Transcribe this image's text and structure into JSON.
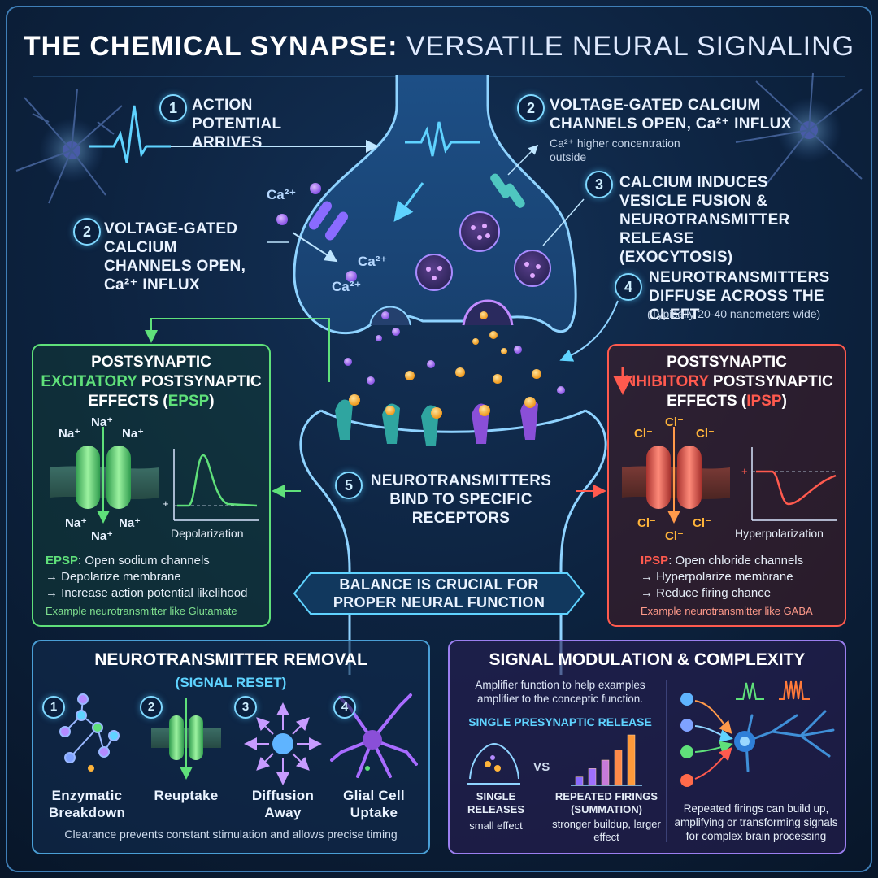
{
  "title": {
    "bold": "THE CHEMICAL SYNAPSE:",
    "thin": "VERSATILE NEURAL SIGNALING"
  },
  "steps": {
    "s1": {
      "n": "1",
      "label": "ACTION POTENTIAL ARRIVES"
    },
    "s2_right": {
      "n": "2",
      "label": "VOLTAGE-GATED CALCIUM CHANNELS OPEN, Ca²⁺ INFLUX",
      "note": "Ca²⁺ higher concentration outside"
    },
    "s2_left": {
      "n": "2",
      "label": "VOLTAGE-GATED CALCIUM CHANNELS OPEN, Ca²⁺ INFLUX"
    },
    "s3": {
      "n": "3",
      "label": "CALCIUM INDUCES VESICLE FUSION & NEUROTRANSMITTER RELEASE (EXOCYTOSIS)"
    },
    "s4": {
      "n": "4",
      "label": "NEUROTRANSMITTERS DIFFUSE ACROSS THE CLEFT",
      "note": "(Typically 20-40 nanometers wide)"
    },
    "s5": {
      "n": "5",
      "label": "NEUROTRANSMITTERS BIND TO SPECIFIC RECEPTORS"
    }
  },
  "ions": {
    "ca": "Ca²⁺",
    "na": "Na⁺",
    "cl": "Cl⁻"
  },
  "epsp": {
    "h1": "POSTSYNAPTIC",
    "h2a": "EXCITATORY",
    "h2b": " POSTSYNAPTIC",
    "h3a": "EFFECTS (",
    "h3b": "EPSP",
    "h3c": ")",
    "graph_label": "Depolarization",
    "plus": "+",
    "b0a": "EPSP",
    "b0b": ": Open sodium channels",
    "b1": "→ Depolarize membrane",
    "b2": "→ Increase action potential likelihood",
    "example": "Example neurotransmitter like Glutamate"
  },
  "ipsp": {
    "h1": "POSTSYNAPTIC",
    "h2a": "INHIBITORY",
    "h2b": " POSTSYNAPTIC",
    "h3a": "EFFECTS (",
    "h3b": "IPSP",
    "h3c": ")",
    "graph_label": "Hyperpolarization",
    "plus": "+",
    "b0a": "IPSP",
    "b0b": ": Open chloride channels",
    "b1": "→ Hyperpolarize membrane",
    "b2": "→ Reduce firing chance",
    "example": "Example neurotransmitter like GABA"
  },
  "balance": "BALANCE IS CRUCIAL FOR PROPER NEURAL FUNCTION",
  "removal": {
    "title": "NEUROTRANSMITTER REMOVAL",
    "subtitle": "(SIGNAL RESET)",
    "items": [
      {
        "n": "1",
        "label": "Enzymatic Breakdown"
      },
      {
        "n": "2",
        "label": "Reuptake"
      },
      {
        "n": "3",
        "label": "Diffusion Away"
      },
      {
        "n": "4",
        "label": "Glial Cell Uptake"
      }
    ],
    "footer": "Clearance prevents constant stimulation and allows precise timing"
  },
  "modulation": {
    "title": "SIGNAL MODULATION & COMPLEXITY",
    "intro": "Amplifier function to help examples amplifier to the conceptic function.",
    "single_header": "SINGLE PRESYNAPTIC RELEASE",
    "vs": "VS",
    "single_caption": "SINGLE RELEASES",
    "single_effect": "small effect",
    "repeated_caption": "REPEATED FIRINGS (SUMMATION)",
    "repeated_effect": "stronger buildup, larger effect",
    "right_caption": "Repeated firings can build up, amplifying or transforming signals for complex brain processing",
    "bars": [
      1,
      2,
      3,
      4.2,
      6
    ]
  },
  "colors": {
    "accent": "#5fd3ff",
    "excitatory": "#5fe07a",
    "inhibitory": "#ff5a4e",
    "purple": "#a86bff",
    "gold": "#ffb43a"
  }
}
